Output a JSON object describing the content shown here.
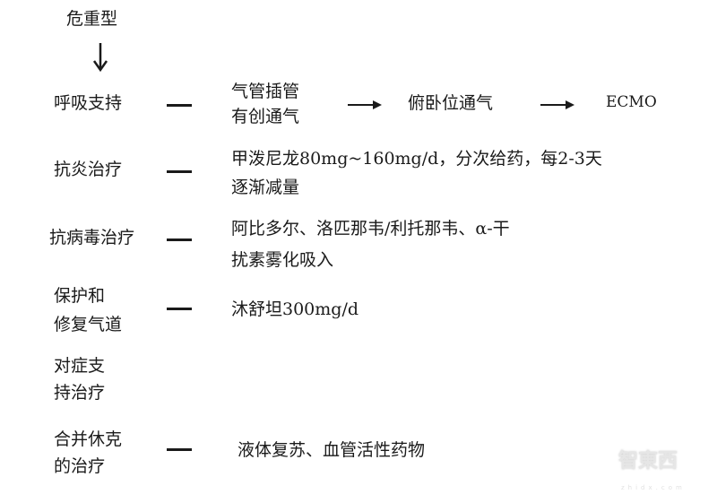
{
  "title": "危重型",
  "rows": [
    {
      "label": [
        "呼吸支持"
      ],
      "content": [
        "气管插管",
        "有创通气"
      ],
      "flow": [
        "俯卧位通气",
        "ECMO"
      ]
    },
    {
      "label": [
        "抗炎治疗"
      ],
      "content": [
        "甲泼尼龙80mg~160mg/d，分次给药，每2-3天",
        "逐渐减量"
      ]
    },
    {
      "label": [
        "抗病毒治疗"
      ],
      "content": [
        "阿比多尔、洛匹那韦/利托那韦、α-干",
        "扰素雾化吸入"
      ]
    },
    {
      "label": [
        "保护和",
        "修复气道"
      ],
      "content": [
        "沐舒坦300mg/d"
      ]
    },
    {
      "label": [
        "对症支",
        "持治疗"
      ],
      "content": []
    },
    {
      "label": [
        "合并休克",
        "的治疗"
      ],
      "content": [
        "液体复苏、血管活性药物"
      ]
    }
  ],
  "watermark": {
    "logo": "智東西",
    "url": "zhidx.com"
  }
}
